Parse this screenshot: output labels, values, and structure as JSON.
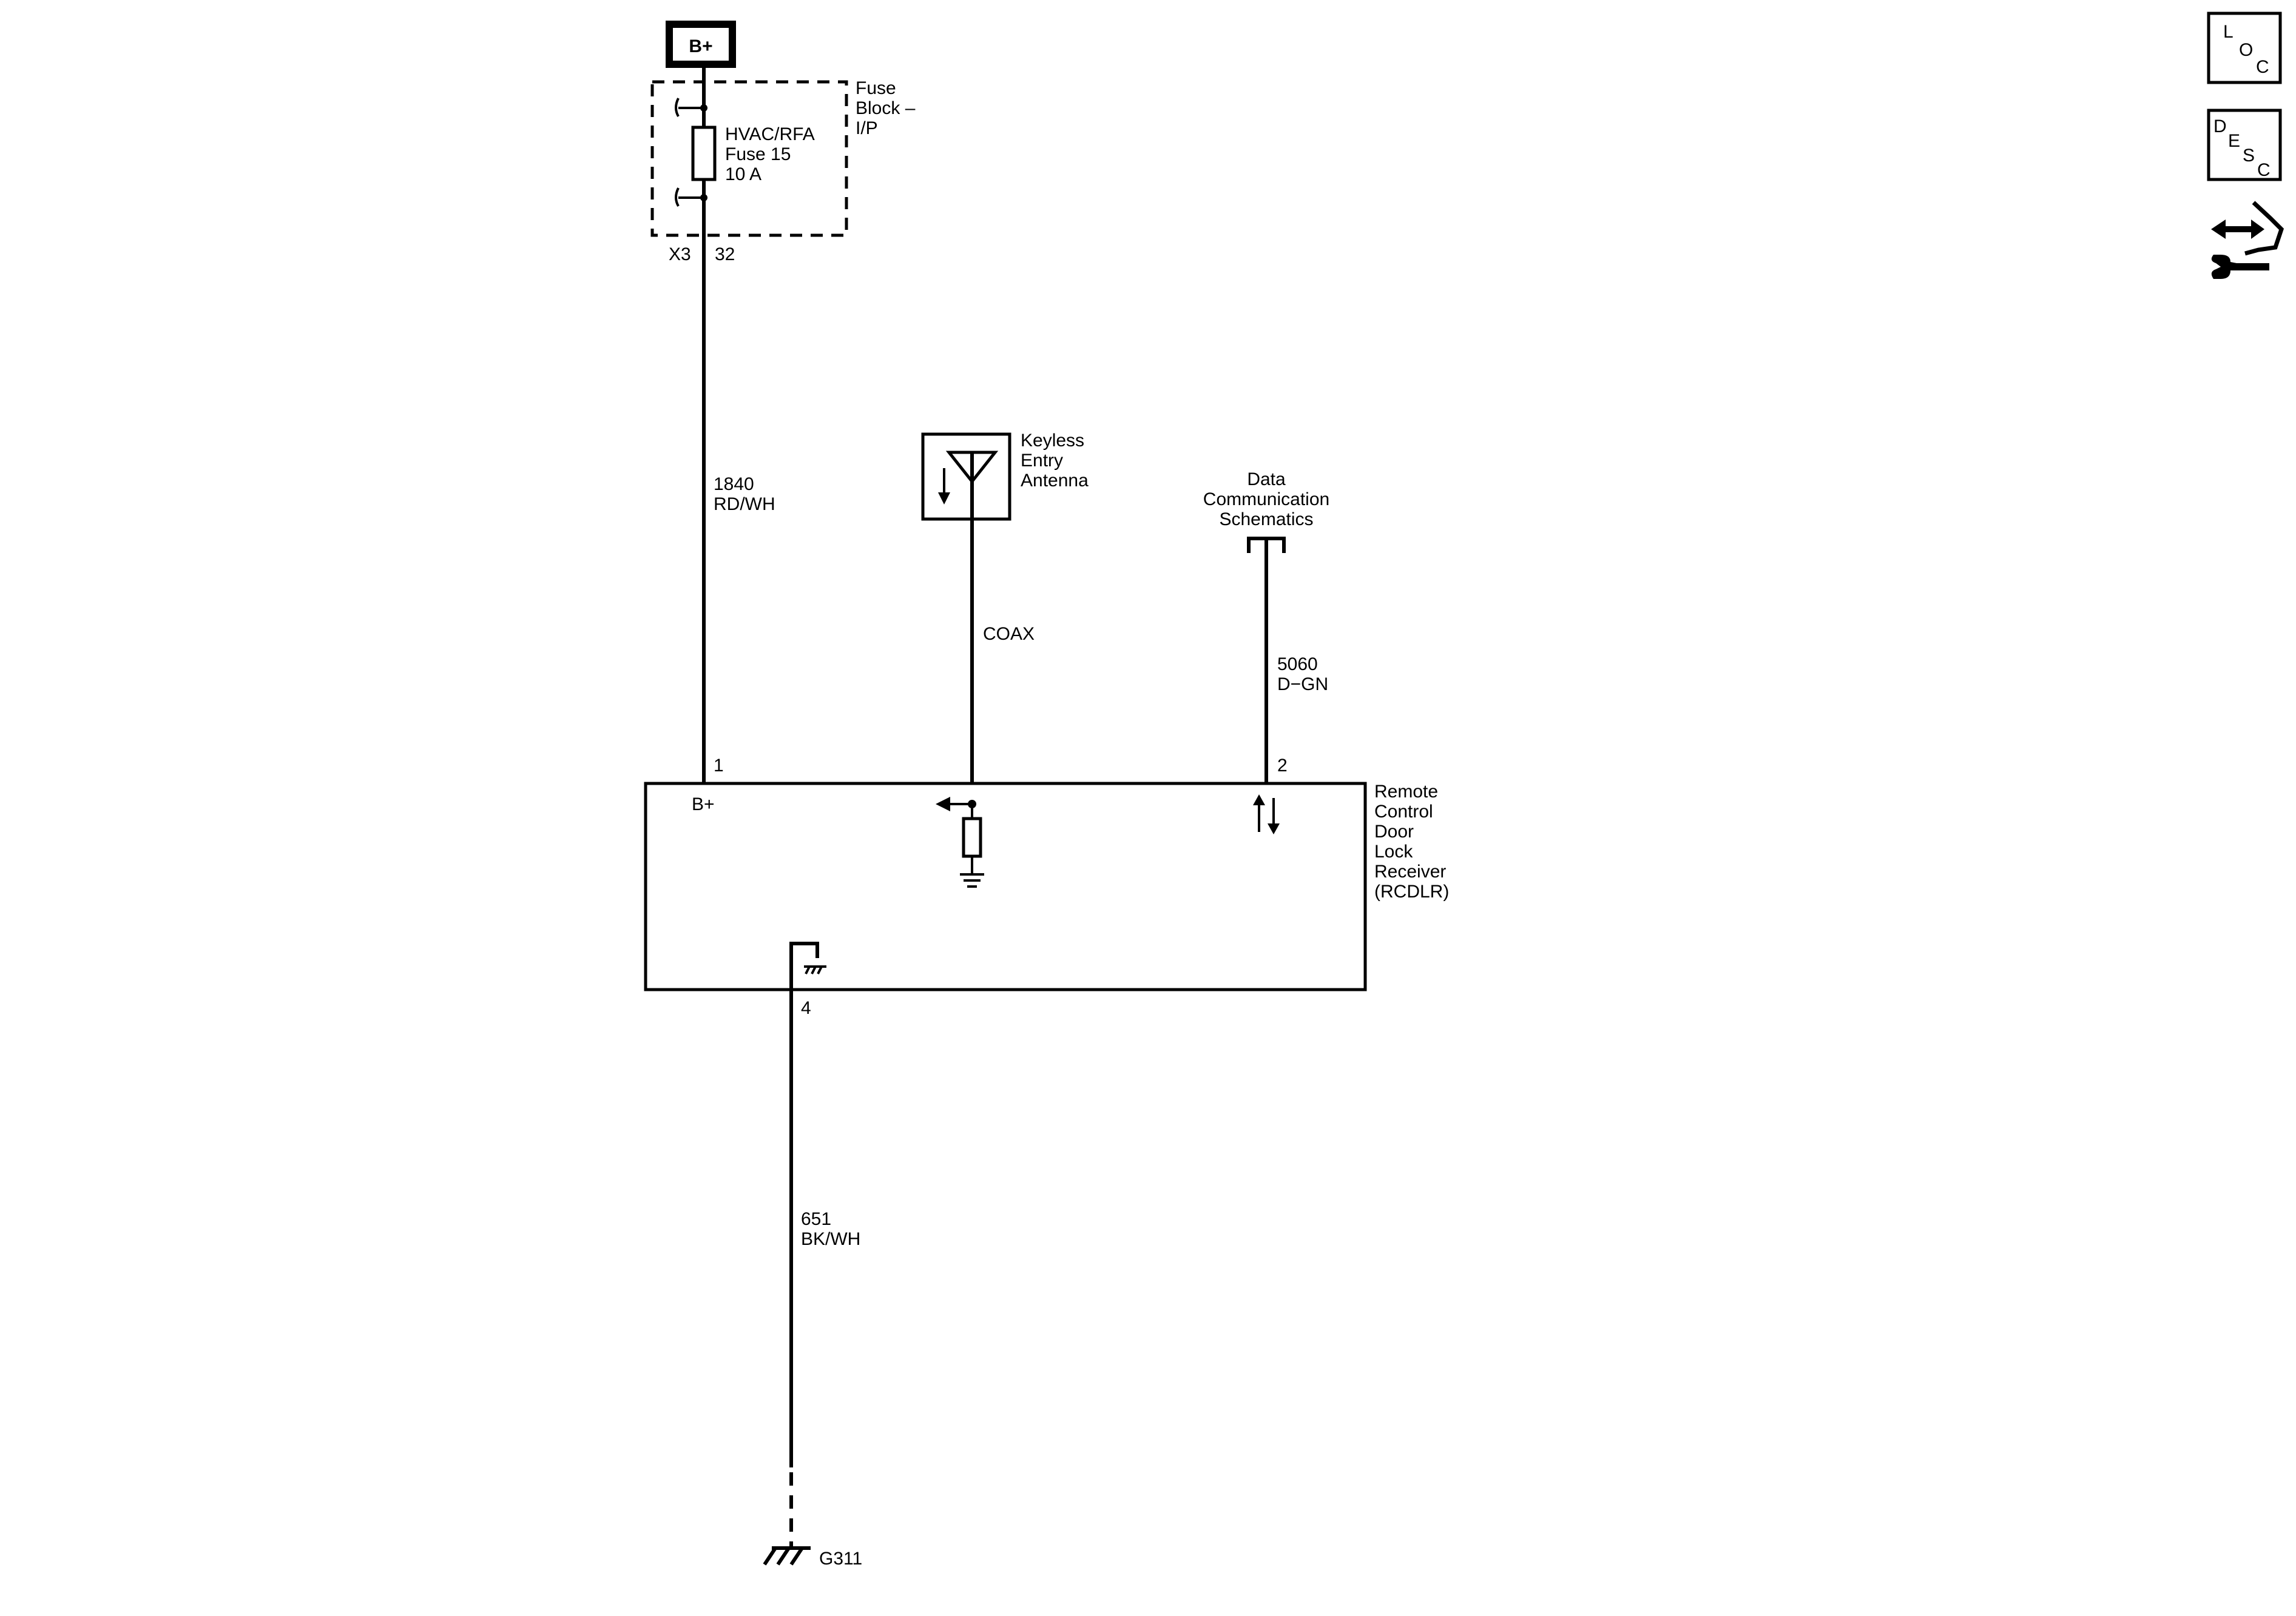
{
  "diagram": {
    "power_label": "B+",
    "fuse_block": {
      "name_lines": [
        "Fuse",
        "Block –",
        "I/P"
      ],
      "fuse_lines": [
        "HVAC/RFA",
        "Fuse 15",
        "10 A"
      ],
      "connector": "X3",
      "pin": "32"
    },
    "power_wire": {
      "circuit": "1840",
      "color": "RD/WH"
    },
    "antenna": {
      "name_lines": [
        "Keyless",
        "Entry",
        "Antenna"
      ],
      "wire_label": "COAX"
    },
    "data_comm": {
      "name_lines": [
        "Data",
        "Communication",
        "Schematics"
      ],
      "circuit": "5060",
      "color": "D−GN"
    },
    "module": {
      "name_lines": [
        "Remote",
        "Control",
        "Door",
        "Lock",
        "Receiver",
        "(RCDLR)"
      ],
      "power_pin": "1",
      "power_pin_label": "B+",
      "data_pin": "2",
      "ground_pin": "4"
    },
    "ground_wire": {
      "circuit": "651",
      "color": "BK/WH"
    },
    "ground": {
      "name": "G311"
    }
  },
  "side_icons": {
    "loc": [
      "L",
      "O",
      "C"
    ],
    "desc": [
      "D",
      "E",
      "S",
      "C"
    ],
    "tool_icon": "connector-wrench-icon"
  }
}
